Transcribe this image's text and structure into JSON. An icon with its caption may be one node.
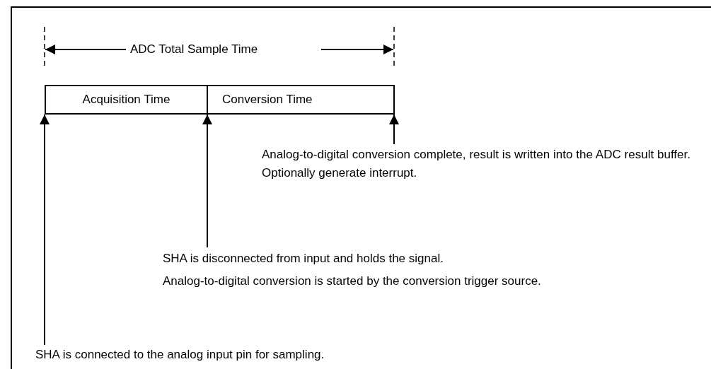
{
  "diagram": {
    "nodes": [
      {
        "text": [
          "Acquisition Time"
        ]
      },
      {
        "text": [
          "Conversion Time"
        ]
      },
      {
        "text": [
          "Analog-to-digital conversion complete, result is written into the ADC result buffer. Optionally generate interrupt."
        ]
      },
      {
        "text": [
          "SHA is disconnected from input and holds the signal.",
          "Analog-to-digital conversion is started by the conversion trigger source."
        ]
      },
      {
        "text": [
          "SHA is connected to the analog input pin for sampling."
        ]
      }
    ],
    "edges": [
      {
        "from": 2,
        "to": 1,
        "arrow": "to"
      },
      {
        "from": 3,
        "to": 1,
        "arrow": "to"
      },
      {
        "from": 4,
        "to": 0,
        "arrow": "to"
      }
    ],
    "labels": [
      "ADC Total Sample Time"
    ]
  }
}
